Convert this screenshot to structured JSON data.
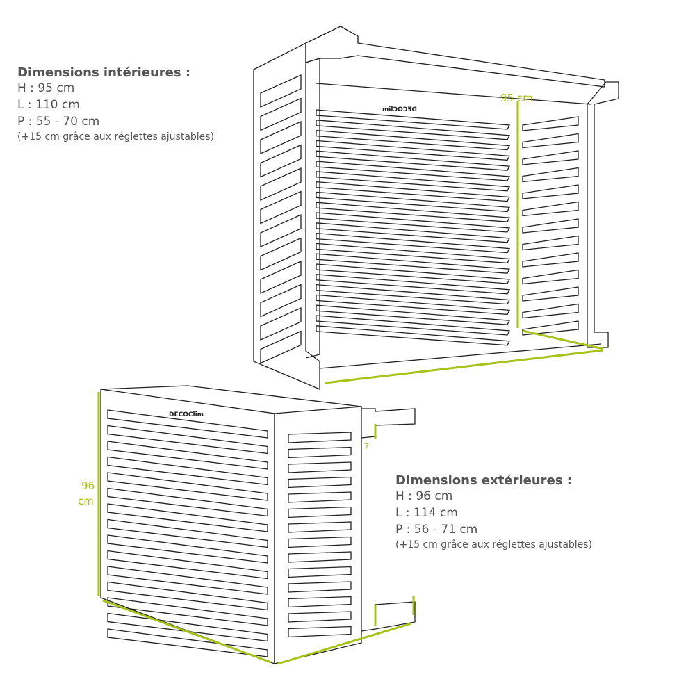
{
  "interior": {
    "title": "Dimensions intérieures :",
    "height": "H : 95 cm",
    "width": "L : 110 cm",
    "depth": "P : 55 - 70 cm",
    "note": "(+15 cm grâce aux réglettes ajustables)"
  },
  "exterior": {
    "title": "Dimensions extérieures :",
    "height": "H : 96 cm",
    "width": "L : 114 cm",
    "depth": "P : 56 - 71 cm",
    "note": "(+15 cm grâce aux réglettes ajustables)"
  },
  "labels": {
    "top_height": "95 cm",
    "bottom_height_value": "96",
    "bottom_height_unit": "cm",
    "adjust": "7"
  },
  "logo": "DECOClim",
  "colors": {
    "dimension": "#a8c21a",
    "outline": "#222222",
    "text": "#555555"
  }
}
